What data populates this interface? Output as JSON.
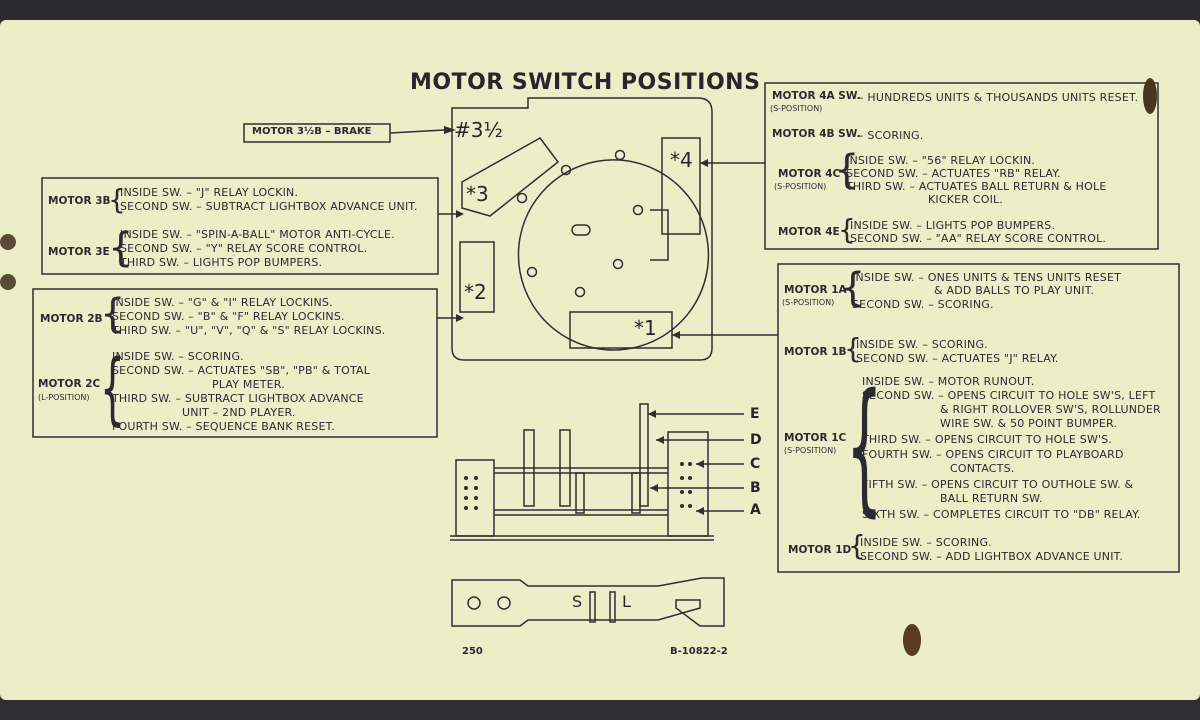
{
  "title": "MOTOR SWITCH POSITIONS",
  "brake_label": "MOTOR 3½B – BRAKE",
  "cam_labels": {
    "c3h": "#3½",
    "c4": "*4",
    "c3": "*3",
    "c2": "*2",
    "c1": "*1"
  },
  "motor_3b": {
    "label": "MOTOR 3B",
    "lines": [
      "INSIDE SW. – \"J\" RELAY LOCKIN.",
      "SECOND SW. – SUBTRACT LIGHTBOX ADVANCE UNIT."
    ]
  },
  "motor_3e": {
    "label": "MOTOR 3E",
    "lines": [
      "INSIDE SW. – \"SPIN-A-BALL\" MOTOR ANTI-CYCLE.",
      "SECOND SW. – \"Y\" RELAY SCORE CONTROL.",
      "THIRD SW. – LIGHTS POP BUMPERS."
    ]
  },
  "motor_2b": {
    "label": "MOTOR 2B",
    "lines": [
      "INSIDE SW. – \"G\" & \"I\" RELAY LOCKINS.",
      "SECOND SW. – \"B\" & \"F\" RELAY LOCKINS.",
      "THIRD SW. – \"U\", \"V\", \"Q\" & \"S\" RELAY LOCKINS."
    ]
  },
  "motor_2c": {
    "label": "MOTOR 2C",
    "position": "(L-POSITION)",
    "lines": [
      "INSIDE SW. – SCORING.",
      "SECOND SW. – ACTUATES \"SB\", \"PB\" &  TOTAL",
      "PLAY METER.",
      "THIRD SW. – SUBTRACT LIGHTBOX ADVANCE",
      "UNIT – 2ND PLAYER.",
      "FOURTH SW. – SEQUENCE BANK RESET."
    ]
  },
  "motor_4a": {
    "label": "MOTOR 4A SW.",
    "position": "(S-POSITION)",
    "text": "– HUNDREDS UNITS & THOUSANDS UNITS RESET."
  },
  "motor_4b": {
    "label": "MOTOR 4B SW.",
    "text": "– SCORING."
  },
  "motor_4c": {
    "label": "MOTOR 4C",
    "position": "(S-POSITION)",
    "lines": [
      "INSIDE SW. – \"56\" RELAY LOCKIN.",
      "SECOND SW. – ACTUATES \"RB\" RELAY.",
      "THIRD SW. – ACTUATES BALL RETURN & HOLE",
      "KICKER COIL."
    ]
  },
  "motor_4e": {
    "label": "MOTOR 4E",
    "lines": [
      "INSIDE SW. – LIGHTS POP BUMPERS.",
      "SECOND SW. – \"AA\" RELAY SCORE CONTROL."
    ]
  },
  "motor_1a": {
    "label": "MOTOR 1A",
    "position": "(S-POSITION)",
    "lines": [
      "INSIDE SW. – ONES UNITS & TENS UNITS RESET",
      "& ADD BALLS TO PLAY UNIT.",
      "SECOND SW. – SCORING."
    ]
  },
  "motor_1b": {
    "label": "MOTOR 1B",
    "lines": [
      "INSIDE SW. – SCORING.",
      "SECOND SW. – ACTUATES \"J\" RELAY."
    ]
  },
  "motor_1c": {
    "label": "MOTOR 1C",
    "position": "(S-POSITION)",
    "lines": [
      "INSIDE SW. – MOTOR RUNOUT.",
      "SECOND SW. – OPENS CIRCUIT TO HOLE SW'S, LEFT",
      "& RIGHT ROLLOVER SW'S, ROLLUNDER",
      "WIRE SW. & 50 POINT BUMPER.",
      "THIRD SW. – OPENS CIRCUIT TO HOLE SW'S.",
      "FOURTH SW. – OPENS CIRCUIT TO PLAYBOARD",
      "CONTACTS.",
      "FIFTH SW. – OPENS CIRCUIT TO OUTHOLE SW. &",
      "BALL RETURN SW.",
      "SIXTH SW. – COMPLETES CIRCUIT TO \"DB\" RELAY."
    ]
  },
  "motor_1d": {
    "label": "MOTOR 1D",
    "lines": [
      "INSIDE SW. – SCORING.",
      "SECOND SW. – ADD LIGHTBOX ADVANCE UNIT."
    ]
  },
  "side_letters": [
    "E",
    "D",
    "C",
    "B",
    "A"
  ],
  "tool_letters": [
    "S",
    "L"
  ],
  "footer": {
    "left": "250",
    "right": "B-10822-2"
  }
}
